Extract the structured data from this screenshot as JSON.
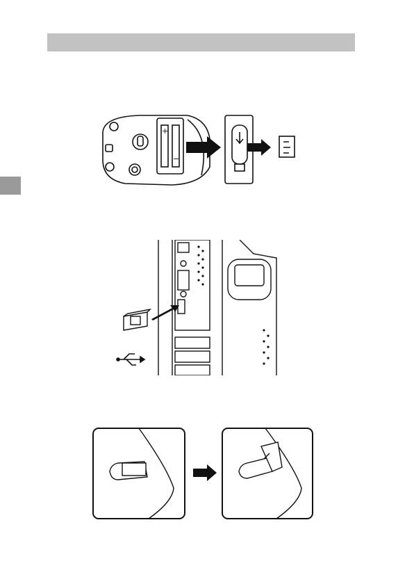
{
  "page": {
    "header_bar_color": "#c2c2c2",
    "side_tab_color": "#9a9a9a"
  },
  "figures": [
    {
      "name": "battery-and-receiver-removal",
      "icon": "mouse-bottom-open-battery-icon"
    },
    {
      "name": "receiver-plug-into-pc-usb",
      "icon": "usb-symbol-icon"
    },
    {
      "name": "receiver-storage-slot",
      "icon": "receiver-clip-icon"
    }
  ],
  "battery_marks": [
    "+",
    "−"
  ]
}
